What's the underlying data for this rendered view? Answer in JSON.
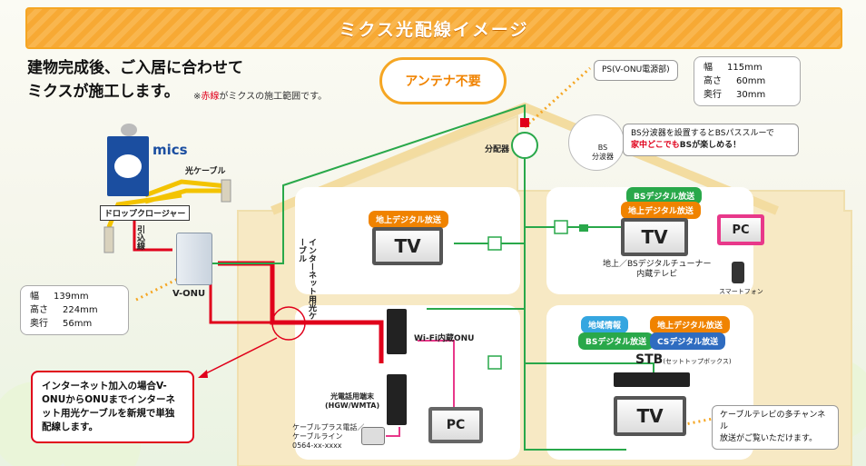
{
  "banner_title": "ミクス光配線イメージ",
  "headline": [
    "建物完成後、ご入居に合わせて",
    "ミクスが施工します。"
  ],
  "note": {
    "prefix": "※",
    "red": "赤線",
    "rest": "がミクスの施工範囲です。"
  },
  "antenna_bubble": "アンテナ不要",
  "splitter_label": "分配器",
  "ps_label": "PS(V-ONU電源部)",
  "ps_spec": [
    [
      "幅",
      "115mm"
    ],
    [
      "高さ",
      "60mm"
    ],
    [
      "奥行",
      "30mm"
    ]
  ],
  "bs_splitter_note": [
    "BS分波器を設置するとBSパススルーで",
    "家中どこでもBSが楽しめる！"
  ],
  "bs_splitter_highlight": [
    "家中どこでも",
    "BS",
    "が楽しめる！"
  ],
  "bs_splitter_device": "BS\n分波器",
  "mics_logo": "mics",
  "fiber_cable_label": "光ケーブル",
  "drop_closure_label": "ドロップクロージャー",
  "pull_in_label": "引込線",
  "vonu_label": "V-ONU",
  "vonu_spec": [
    [
      "幅",
      "139mm"
    ],
    [
      "高さ",
      "224mm"
    ],
    [
      "奥行",
      "56mm"
    ]
  ],
  "internet_cable_label": "インターネット用光ケーブル",
  "callout_internet": "インターネット加入の場合V-ONUからONUまでインターネット用光ケーブルを新規で単独配線します。",
  "room_living": {
    "tag": "地上デジタル放送",
    "tv": "TV"
  },
  "room_upper_right": {
    "tags": [
      "BSデジタル放送",
      "地上デジタル放送"
    ],
    "tv": "TV",
    "tv_caption": "地上／BSデジタルチューナー\n内蔵テレビ",
    "pc": "PC",
    "smartphone": "スマートフォン"
  },
  "room_lower_middle": {
    "wifi_onu": "Wi-Fi内蔵ONU",
    "phone_terminal": "光電話用端末\n(HGW/WMTA)",
    "phone_caption": "ケーブルプラス電話／\nケーブルライン\n0564-xx-xxxx",
    "pc": "PC"
  },
  "room_lower_right": {
    "tags_row1": [
      "地域情報",
      "地上デジタル放送"
    ],
    "tags_row2": [
      "BSデジタル放送",
      "CSデジタル放送"
    ],
    "stb_main": "STB",
    "stb_sub": "(セットトップボックス)",
    "tv": "TV",
    "callout": "ケーブルテレビの多チャンネル\n放送がご覧いただけます。"
  },
  "colors": {
    "accent_orange": "#f5a623",
    "fiber_red": "#e0001b",
    "coax_green": "#29a84a",
    "cable_yellow": "#f3c300"
  }
}
